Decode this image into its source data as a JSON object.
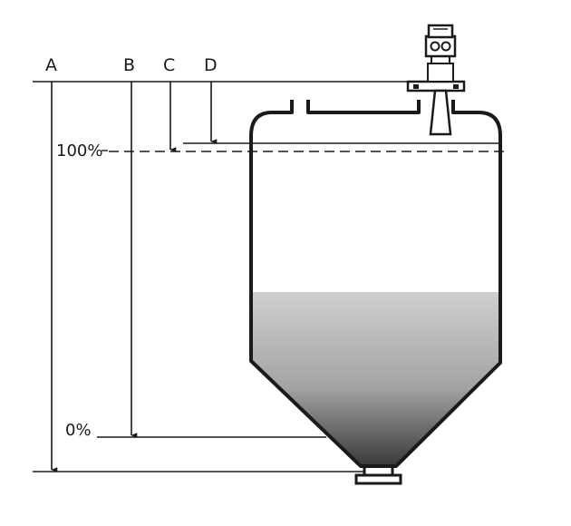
{
  "labels": {
    "a": "A",
    "b": "B",
    "c": "C",
    "d": "D",
    "full": "100%",
    "empty": "0%"
  },
  "colors": {
    "line": "#1a1a1a",
    "fill_top": "#c8c8c8",
    "fill_bottom": "#3f3f3f",
    "background": "#ffffff"
  },
  "icons": [
    "radar-level-sensor-icon"
  ]
}
